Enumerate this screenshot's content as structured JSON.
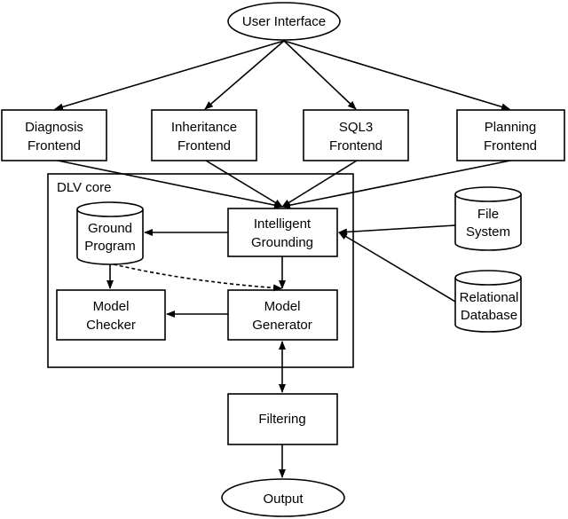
{
  "nodes": {
    "user_interface": "User Interface",
    "diagnosis": [
      "Diagnosis",
      "Frontend"
    ],
    "inheritance": [
      "Inheritance",
      "Frontend"
    ],
    "sql3": [
      "SQL3",
      "Frontend"
    ],
    "planning": [
      "Planning",
      "Frontend"
    ],
    "dlv_core": "DLV core",
    "ground_program": [
      "Ground",
      "Program"
    ],
    "intelligent_grounding": [
      "Intelligent",
      "Grounding"
    ],
    "file_system": [
      "File",
      "System"
    ],
    "relational_database": [
      "Relational",
      "Database"
    ],
    "model_checker": [
      "Model",
      "Checker"
    ],
    "model_generator": [
      "Model",
      "Generator"
    ],
    "filtering": "Filtering",
    "output": "Output"
  },
  "colors": {
    "stroke": "#000000",
    "fill": "#ffffff",
    "text": "#000000"
  }
}
